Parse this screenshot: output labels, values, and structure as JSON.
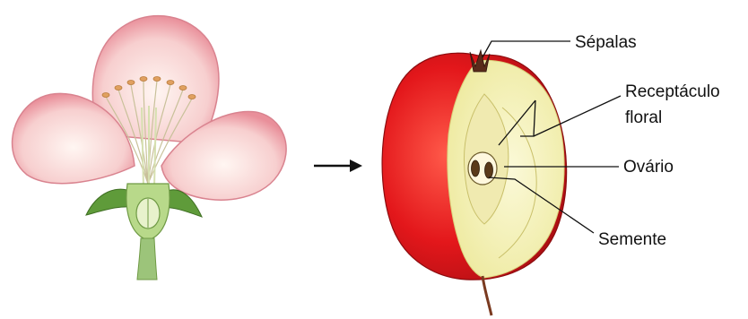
{
  "labels": {
    "sepalas": "Sépalas",
    "receptaculo_line1": "Receptáculo",
    "receptaculo_line2": "floral",
    "ovario": "Ovário",
    "semente": "Semente"
  },
  "colors": {
    "apple_skin": "#e01a1a",
    "apple_flesh": "#f6f3c0",
    "petal": "#f7c8c8",
    "sepal": "#5f9b3a",
    "stem": "#9cc47a",
    "arrow": "#111111"
  }
}
